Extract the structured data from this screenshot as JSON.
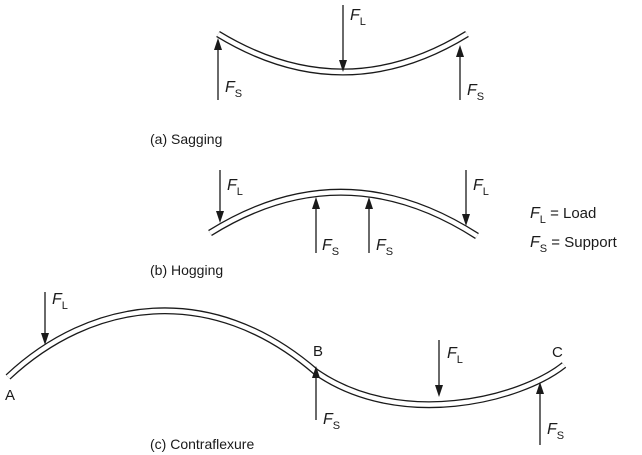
{
  "symbols": {
    "force": "F",
    "load_sub": "L",
    "support_sub": "S"
  },
  "captions": {
    "sagging": "(a) Sagging",
    "hogging": "(b) Hogging",
    "contraflexure": "(c) Contraflexure"
  },
  "legend": {
    "load_text": " = Load",
    "support_text": " = Support"
  },
  "points": {
    "a": "A",
    "b": "B",
    "c": "C"
  }
}
